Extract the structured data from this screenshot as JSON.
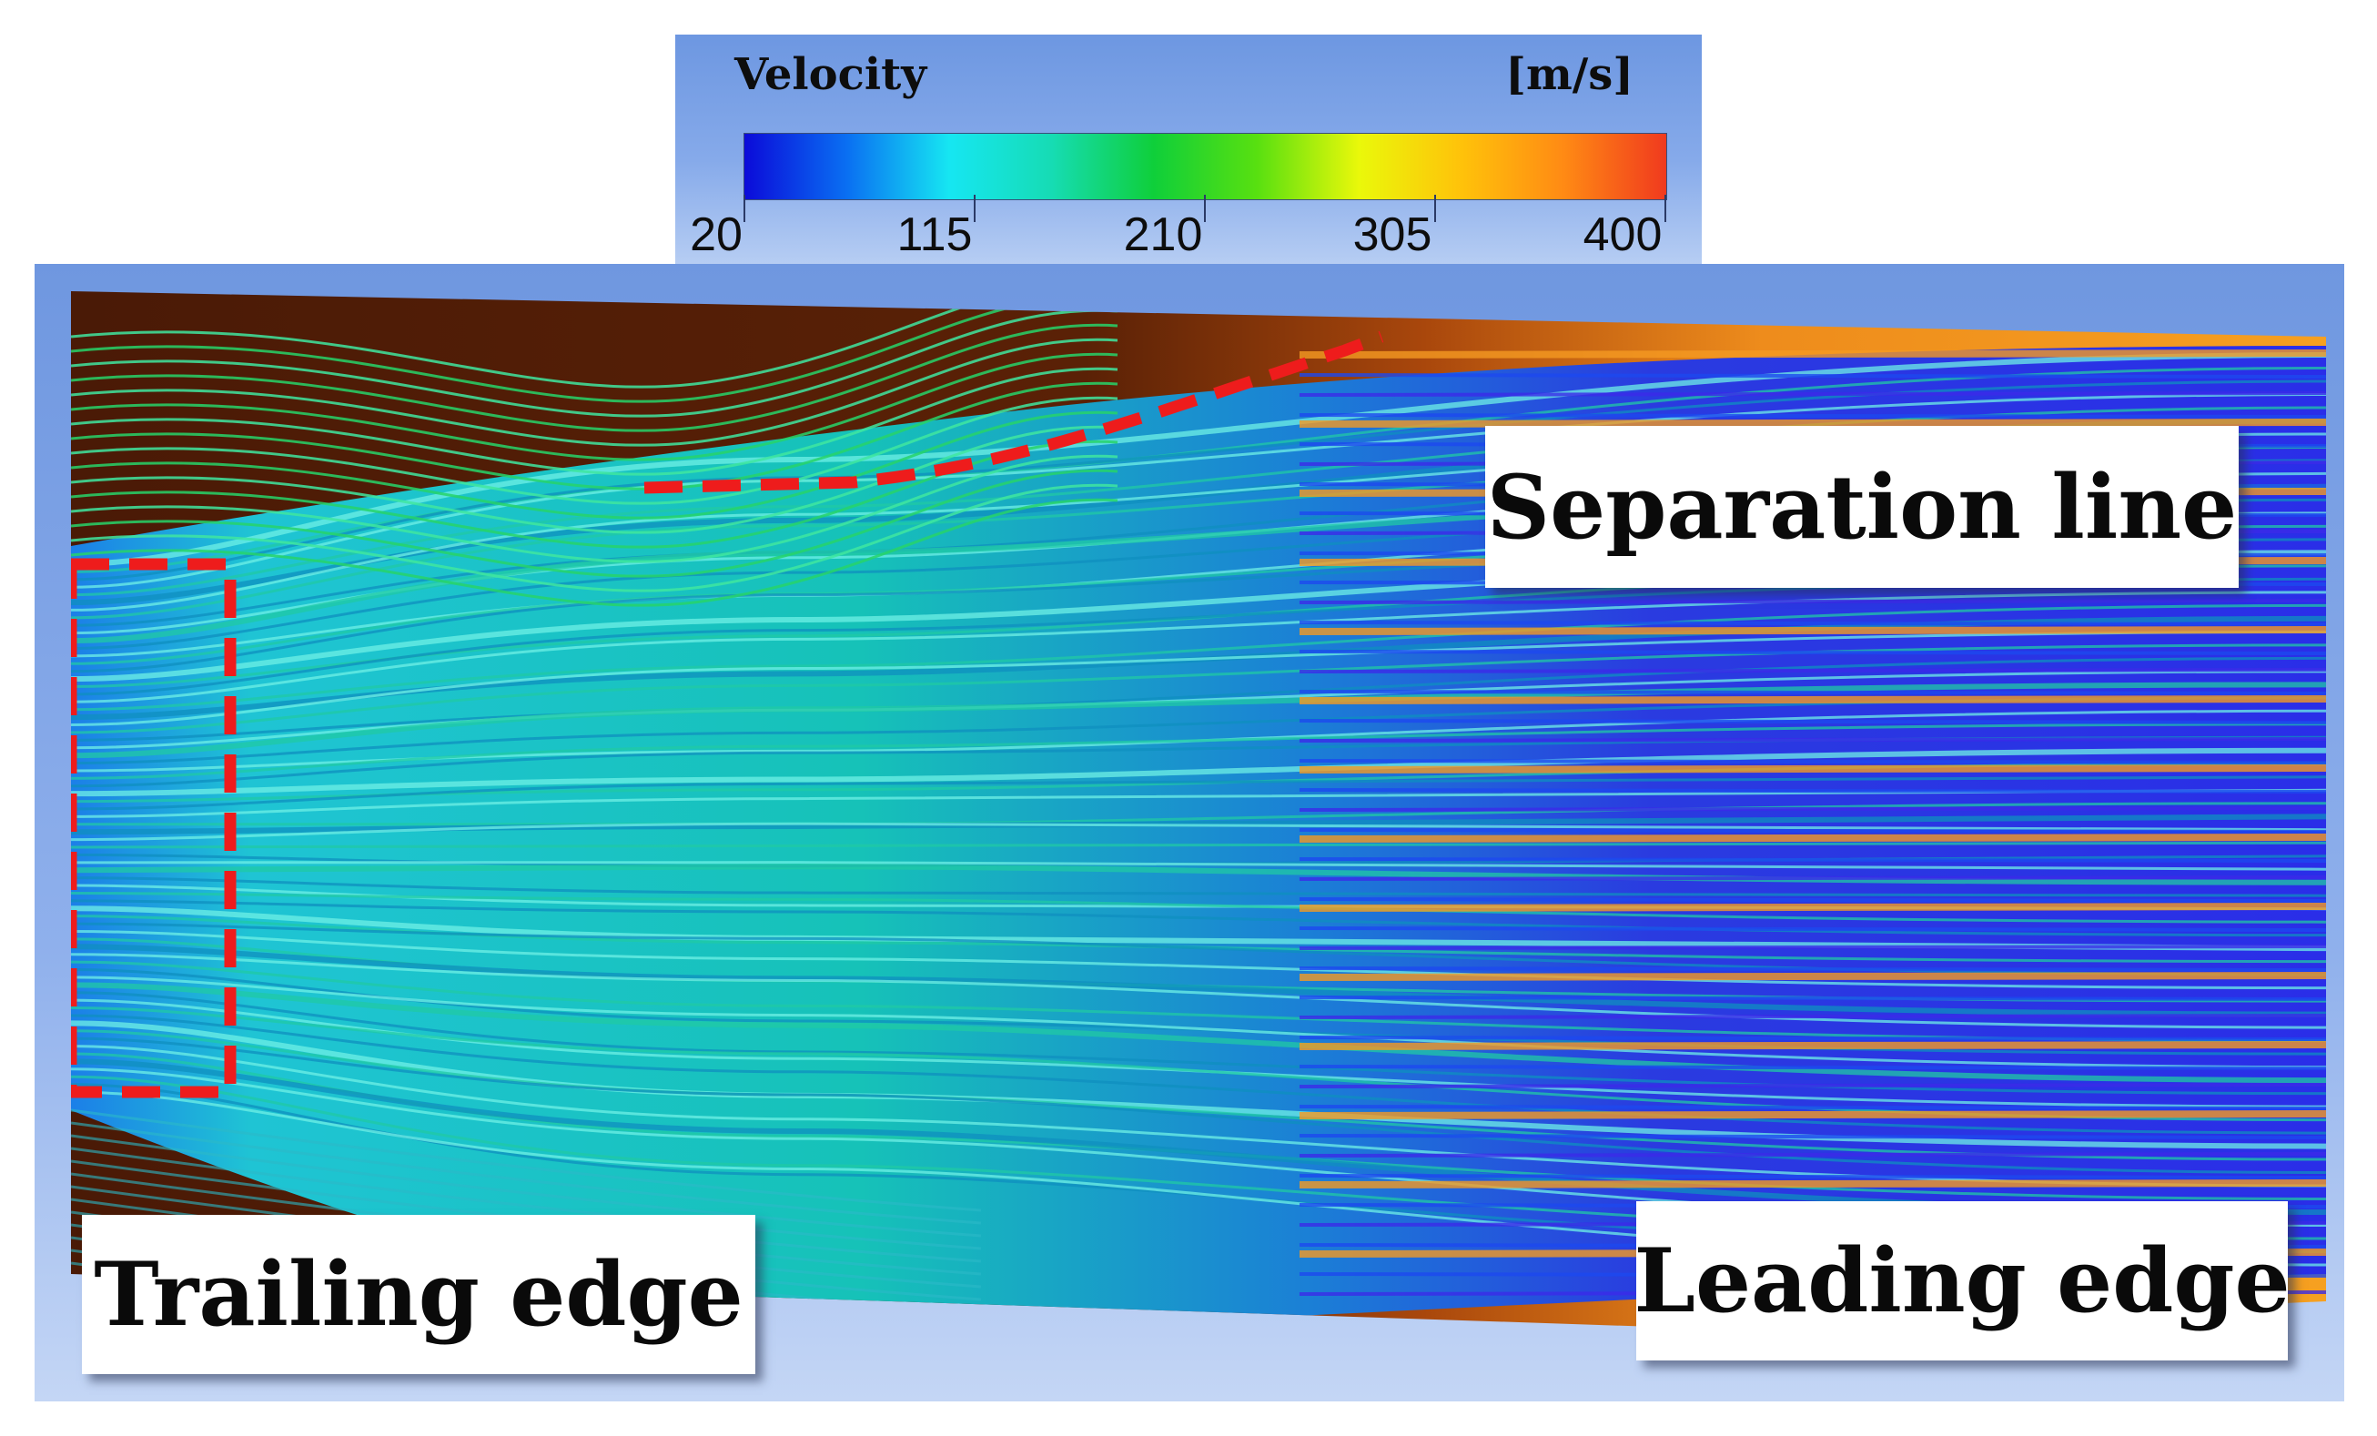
{
  "legend": {
    "title": "Velocity",
    "unit": "[m/s]",
    "min": 20,
    "max": 400,
    "ticks": [
      "20",
      "115",
      "210",
      "305",
      "400"
    ],
    "colorscale": [
      "#0b0bd9",
      "#0a6ff2",
      "#16e6f2",
      "#16dcb4",
      "#0fcf3a",
      "#58e010",
      "#eaf80a",
      "#ffc20a",
      "#ff8a14",
      "#f03a1e"
    ]
  },
  "annotations": {
    "separation_line": "Separation line",
    "trailing_edge": "Trailing edge",
    "leading_edge": "Leading edge"
  },
  "colors": {
    "annotation_dash": "#ee1c1c",
    "separated_region": "#5a1f05",
    "panel_background": "#7aa0e4"
  }
}
